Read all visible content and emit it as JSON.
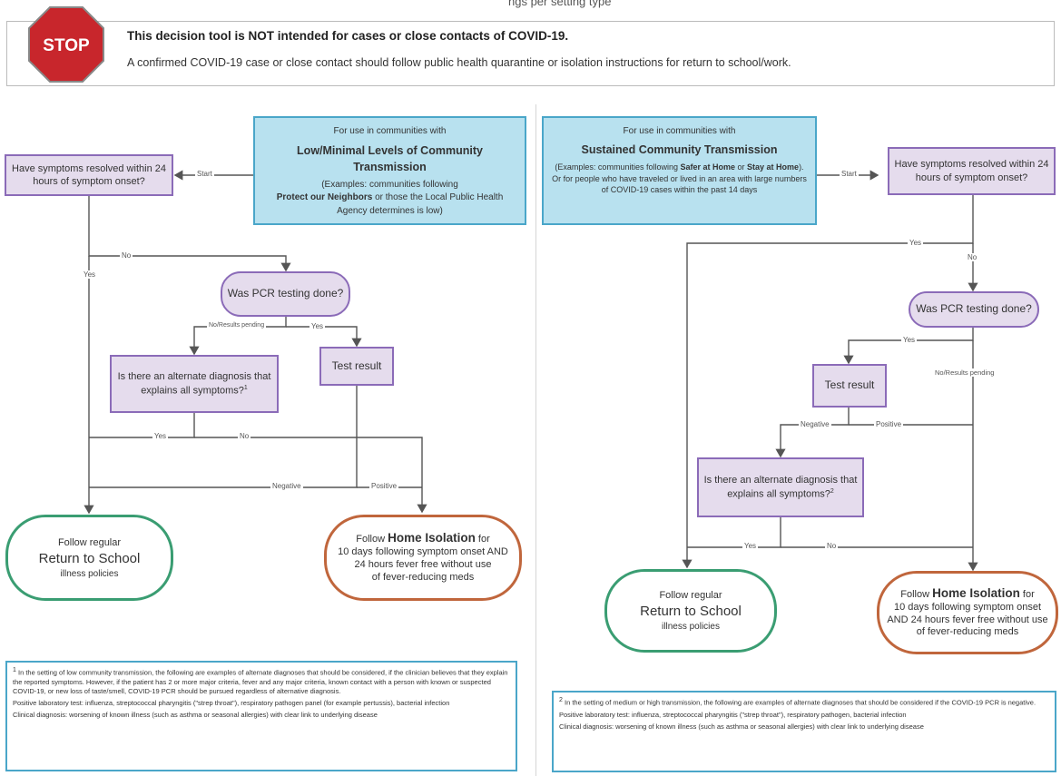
{
  "header": {
    "title_fragment": "ngs per setting type",
    "stop_sign": "STOP",
    "warning_title": "This decision tool is NOT intended for cases or close contacts of COVID-19.",
    "warning_text": "A confirmed COVID-19 case or close contact should follow public health quarantine or isolation instructions for return to school/work."
  },
  "left": {
    "community": {
      "line1": "For use in communities with",
      "title": "Low/Minimal Levels of Community Transmission",
      "examples_prefix": "(Examples: communities following",
      "examples_bold": "Protect our Neighbors",
      "examples_suffix": " or those the Local Public Health Agency determines is low)"
    },
    "start_label": "Start",
    "q_symptoms": "Have symptoms resolved within 24 hours of symptom onset?",
    "no_label": "No",
    "yes_label": "Yes",
    "q_pcr": "Was PCR testing done?",
    "pending_label": "No/Results pending",
    "pcr_yes_label": "Yes",
    "q_alt": "Is there an alternate diagnosis that explains all symptoms?",
    "q_alt_sup": "1",
    "test_result": "Test result",
    "alt_yes": "Yes",
    "alt_no": "No",
    "negative_label": "Negative",
    "positive_label": "Positive",
    "return_line1": "Follow regular",
    "return_title": "Return to School",
    "return_line3": "illness policies",
    "iso_prefix": "Follow",
    "iso_title": "Home Isolation",
    "iso_line1_suffix": " for",
    "iso_line2": "10 days following symptom onset AND",
    "iso_line3": "24 hours fever free without use",
    "iso_line4": "of fever-reducing meds",
    "footnote_sup": "1",
    "footnote_p1": "In the setting of low community transmission, the following are examples of alternate diagnoses that should be considered, if the clinician believes that they explain the reported symptoms. However, if the patient has 2 or more major criteria, fever and any major criteria, known contact with a person with known or suspected COVID-19, or new loss of taste/smell, COVID-19 PCR should be pursued regardless of alternative diagnosis.",
    "footnote_p2": "Positive laboratory test: influenza, streptococcal pharyngitis (\"strep throat\"), respiratory pathogen panel (for example pertussis), bacterial infection",
    "footnote_p3": "Clinical diagnosis: worsening of known illness (such as asthma or seasonal allergies) with clear link to underlying disease"
  },
  "right": {
    "community": {
      "line1": "For use in communities with",
      "title": "Sustained Community Transmission",
      "ex_a": "(Examples: communities following ",
      "ex_b": "Safer at Home",
      "ex_c": " or ",
      "ex_d": "Stay at Home",
      "ex_e": "). Or for people who have traveled or lived in an area with large numbers of COVID-19 cases within the past 14 days"
    },
    "start_label": "Start",
    "q_symptoms": "Have symptoms resolved within 24 hours of symptom onset?",
    "yes_label": "Yes",
    "no_label": "No",
    "q_pcr": "Was PCR testing done?",
    "pcr_yes_label": "Yes",
    "pending_label": "No/Results pending",
    "test_result": "Test result",
    "negative_label": "Negative",
    "positive_label": "Positive",
    "q_alt": "Is there an alternate diagnosis that explains all symptoms?",
    "q_alt_sup": "2",
    "alt_yes": "Yes",
    "alt_no": "No",
    "return_line1": "Follow regular",
    "return_title": "Return to School",
    "return_line3": "illness policies",
    "iso_prefix": "Follow",
    "iso_title": "Home Isolation",
    "iso_line1_suffix": " for",
    "iso_line2": "10 days following symptom onset",
    "iso_line3": "AND 24 hours fever free without use",
    "iso_line4": "of fever-reducing meds",
    "footnote_sup": "2",
    "footnote_p1": "In the setting of medium or high transmission, the following are examples of alternate diagnoses that should be considered if the COVID-19 PCR is negative.",
    "footnote_p2": "Positive laboratory test: influenza, streptococcal pharyngitis (\"strep throat\"), respiratory pathogen, bacterial infection",
    "footnote_p3": "Clinical diagnosis: worsening of known illness (such as asthma or seasonal allergies) with clear link to underlying disease"
  },
  "colors": {
    "blue_fill": "#b8e1ef",
    "purple_fill": "#e5dced",
    "green_border": "#3a9d72",
    "orange_border": "#c0663c",
    "stop_red": "#c8262c"
  }
}
